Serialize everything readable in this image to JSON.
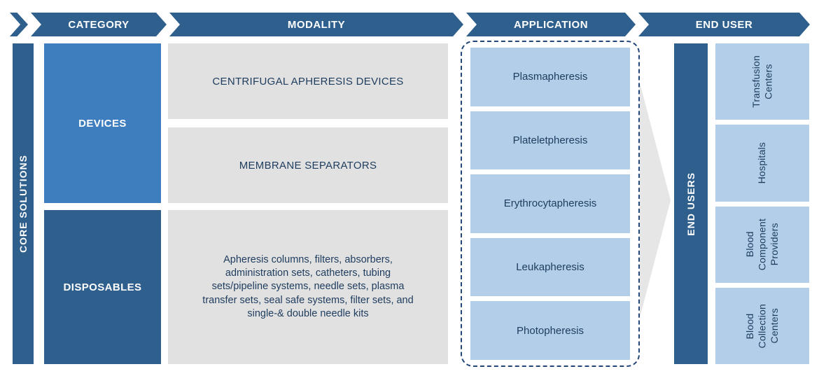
{
  "header": {
    "columns": [
      {
        "label": "CATEGORY"
      },
      {
        "label": "MODALITY"
      },
      {
        "label": "APPLICATION"
      },
      {
        "label": "END USER"
      }
    ]
  },
  "core_solutions": {
    "label": "CORE SOLUTIONS"
  },
  "categories": {
    "devices": {
      "label": "DEVICES"
    },
    "disposables": {
      "label": "DISPOSABLES"
    }
  },
  "modalities": {
    "devices": [
      "CENTRIFUGAL APHERESIS DEVICES",
      "MEMBRANE SEPARATORS"
    ],
    "disposables_text": "Apheresis columns, filters, absorbers,\nadministration sets, catheters, tubing\nsets/pipeline systems, needle sets, plasma\ntransfer sets, seal safe systems, filter sets, and\nsingle-& double needle kits"
  },
  "applications": {
    "items": [
      "Plasmapheresis",
      "Plateletpheresis",
      "Erythrocytapheresis",
      "Leukapheresis",
      "Photopheresis"
    ]
  },
  "end_users": {
    "bar_label": "END USERS",
    "items": [
      "Transfusion\nCenters",
      "Hospitals",
      "Blood\nComponent\nProviders",
      "Blood\nCollection\nCenters"
    ]
  },
  "colors": {
    "dark_blue": "#2E5F8D",
    "medium_blue": "#3E7DBE",
    "light_blue": "#B3CEE8",
    "block_gray": "#E1E1E1",
    "arrow_gray": "#E6E6E6",
    "navy_text": "#1E3C5E",
    "dashed_border": "#24477A"
  }
}
